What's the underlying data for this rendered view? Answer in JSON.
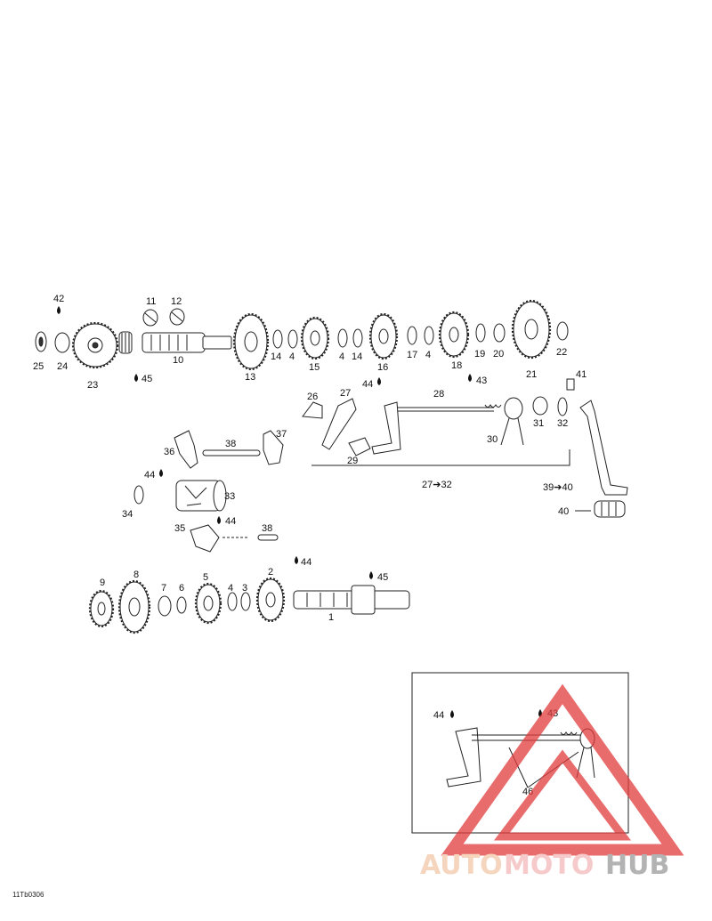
{
  "part_labels": {
    "p1": "1",
    "p2": "2",
    "p3": "3",
    "p4a": "4",
    "p4b": "4",
    "p4c": "4",
    "p4d": "4",
    "p5": "5",
    "p6": "6",
    "p7": "7",
    "p8": "8",
    "p9": "9",
    "p10": "10",
    "p11": "11",
    "p12": "12",
    "p13": "13",
    "p14a": "14",
    "p14b": "14",
    "p15": "15",
    "p16": "16",
    "p17": "17",
    "p18": "18",
    "p19": "19",
    "p20": "20",
    "p21": "21",
    "p22": "22",
    "p23": "23",
    "p24": "24",
    "p25": "25",
    "p26": "26",
    "p27": "27",
    "p28": "28",
    "p29": "29",
    "p30": "30",
    "p31": "31",
    "p32": "32",
    "p33": "33",
    "p34": "34",
    "p35": "35",
    "p36": "36",
    "p37": "37",
    "p38a": "38",
    "p38b": "38",
    "p39": "",
    "p40": "40",
    "p41": "41",
    "p42": "42",
    "p43a": "43",
    "p43b": "43",
    "p44a": "44",
    "p44b": "44",
    "p44c": "44",
    "p44d": "44",
    "p44e": "44",
    "p45a": "45",
    "p45b": "45",
    "p46": "46"
  },
  "group_labels": {
    "range_a": "27➔32",
    "range_b": "39➔40"
  },
  "figure_code": "11Tb0306",
  "watermark": {
    "text_auto": "AUTO",
    "text_moto": "MOTO",
    "text_hub": "HUB",
    "color_auto": "#f2c7a8",
    "color_moto": "#f4b9b9",
    "color_hub": "#9a9a9a",
    "triangle_color": "#e23b3b"
  }
}
